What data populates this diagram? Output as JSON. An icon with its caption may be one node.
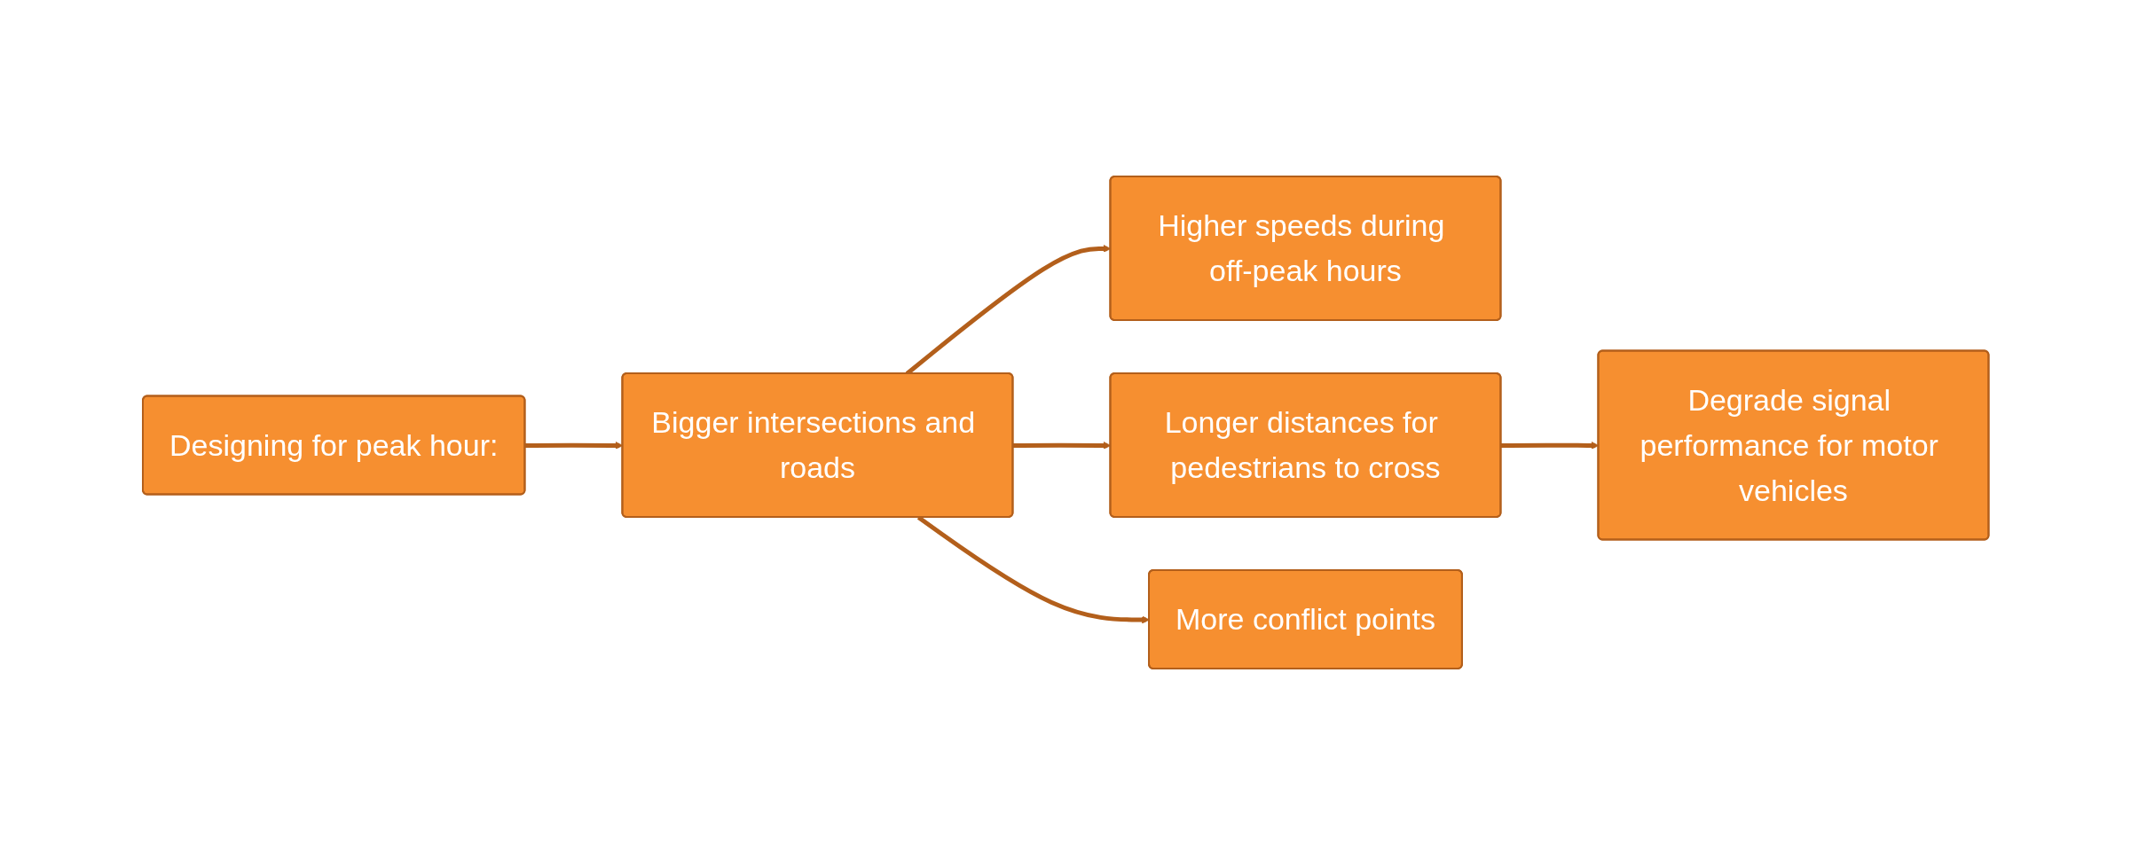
{
  "diagram": {
    "nodes": [
      {
        "text": [
          "Designing for peak hour:"
        ]
      },
      {
        "text": [
          "Bigger intersections and roads"
        ]
      },
      {
        "text": [
          "Higher speeds during off-peak hours"
        ]
      },
      {
        "text": [
          "Longer distances for pedestrians to cross"
        ]
      },
      {
        "text": [
          "Degrade signal performance for motor vehicles"
        ]
      },
      {
        "text": [
          "More conflict points"
        ]
      }
    ],
    "edges": [
      {
        "from": 0,
        "to": 1,
        "arrow": "to"
      },
      {
        "from": 1,
        "to": 2,
        "arrow": "to"
      },
      {
        "from": 1,
        "to": 3,
        "arrow": "to"
      },
      {
        "from": 3,
        "to": 4,
        "arrow": "to"
      },
      {
        "from": 1,
        "to": 5,
        "arrow": "to"
      }
    ]
  }
}
